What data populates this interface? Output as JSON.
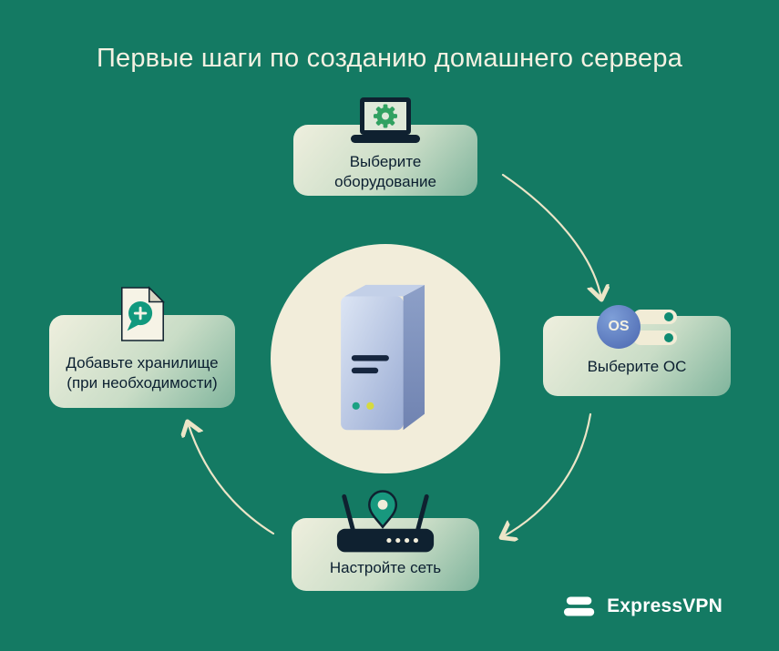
{
  "title": "Первые шаги по созданию домашнего сервера",
  "steps": {
    "hardware": {
      "line1": "Выберите",
      "line2": "оборудование",
      "icon": "laptop-gear-icon"
    },
    "os": {
      "label": "Выберите ОС",
      "badge": "OS",
      "icon": "os-toggles-icon"
    },
    "network": {
      "label": "Настройте сеть",
      "icon": "router-location-pin-icon"
    },
    "storage": {
      "line1": "Добавьте хранилище",
      "line2": "(при необходимости)",
      "icon": "file-add-bubble-icon"
    }
  },
  "center": {
    "icon": "server-tower-icon"
  },
  "logo": {
    "brand": "ExpressVPN"
  },
  "colors": {
    "background": "#147A63",
    "card_text": "#0B1F30",
    "arrow": "#ECE5C7",
    "circle_fill": "#F2EDDA",
    "accent_teal": "#149A7E",
    "accent_yellow": "#D6DA3F",
    "os_circle_blue": "#5577BE",
    "title_text": "#F4F1E2"
  }
}
